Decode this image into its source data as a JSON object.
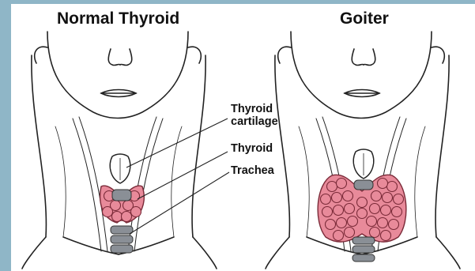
{
  "titles": {
    "left": "Normal Thyroid",
    "right": "Goiter"
  },
  "labels": {
    "thyroid_cartilage_line1": "Thyroid",
    "thyroid_cartilage_line2": "cartilage",
    "thyroid": "Thyroid",
    "trachea": "Trachea"
  },
  "colors": {
    "background": "#8fb6c7",
    "panel": "#ffffff",
    "gland": "#e88a9a",
    "gland_outline": "#7a2a38",
    "trachea": "#8a8f96",
    "line": "#222222"
  }
}
